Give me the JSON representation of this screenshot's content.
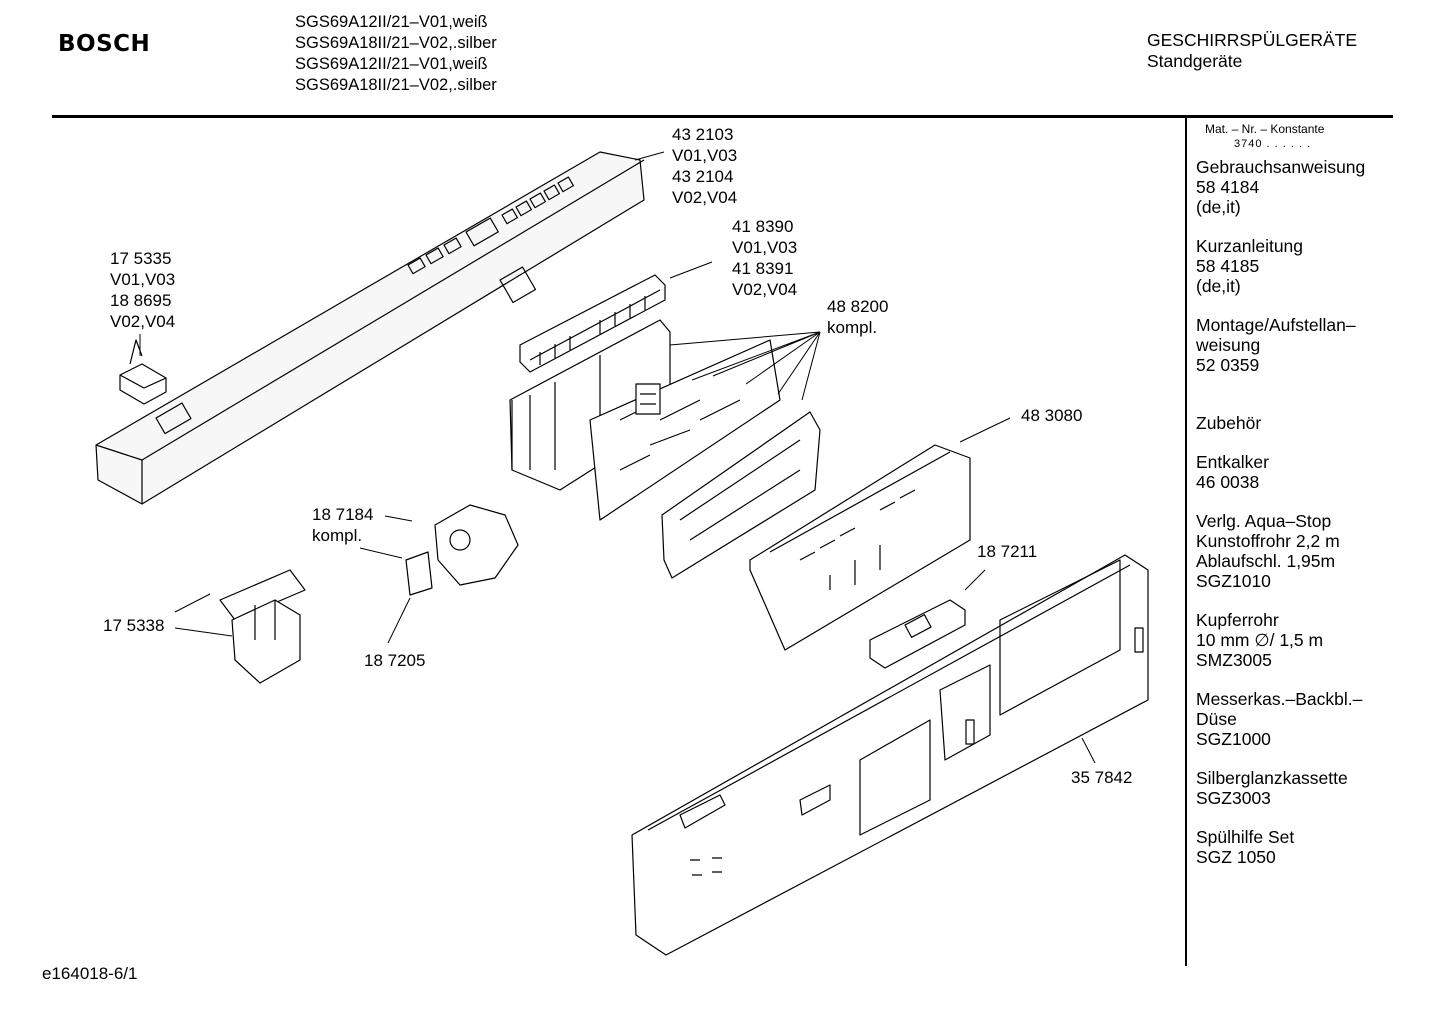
{
  "header": {
    "brand": "BOSCH",
    "models": [
      "SGS69A12II/21–V01,weiß",
      "SGS69A18II/21–V02,.silber",
      "SGS69A12II/21–V01,weiß",
      "SGS69A18II/21–V02,.silber"
    ],
    "category": "GESCHIRRSPÜLGERÄTE",
    "subcategory": "Standgeräte"
  },
  "sidebar": {
    "header": "Mat. – Nr. – Konstante",
    "header_value": "3740 .  .  .  .  .  .",
    "groups": [
      {
        "lines": [
          "Gebrauchsanweisung",
          "58 4184",
          "(de,it)"
        ]
      },
      {
        "lines": [
          "Kurzanleitung",
          "58 4185",
          "(de,it)"
        ]
      },
      {
        "lines": [
          "Montage/Aufstellan–",
          "weisung",
          "52 0359"
        ]
      },
      {
        "lines": [
          "Zubehör"
        ]
      },
      {
        "lines": [
          "Entkalker",
          "46 0038"
        ]
      },
      {
        "lines": [
          "Verlg. Aqua–Stop",
          "Kunstoffrohr 2,2 m",
          "Ablaufschl. 1,95m",
          "SGZ1010"
        ]
      },
      {
        "lines": [
          "Kupferrohr",
          "10 mm ∅/ 1,5 m",
          "SMZ3005"
        ]
      },
      {
        "lines": [
          "Messerkas.–Backbl.–",
          "Düse",
          "SGZ1000"
        ]
      },
      {
        "lines": [
          "Silberglanzkassette",
          "SGZ3003"
        ]
      },
      {
        "lines": [
          "Spülhilfe Set",
          "SGZ 1050"
        ]
      }
    ]
  },
  "parts": {
    "p432103": [
      "43 2103",
      "V01,V03",
      "43 2104",
      "V02,V04"
    ],
    "p418390": [
      "41 8390",
      "V01,V03",
      "41 8391",
      "V02,V04"
    ],
    "p175335": [
      "17 5335",
      "V01,V03",
      "18 8695",
      "V02,V04"
    ],
    "p488200": [
      "48 8200",
      "kompl."
    ],
    "p483080": [
      "48 3080"
    ],
    "p187184": [
      "18 7184",
      "kompl."
    ],
    "p187211": [
      "18 7211"
    ],
    "p175338": [
      "17 5338"
    ],
    "p187205": [
      "18 7205"
    ],
    "p357842": [
      "35 7842"
    ]
  },
  "footer": {
    "reference": "e164018-6/1"
  }
}
